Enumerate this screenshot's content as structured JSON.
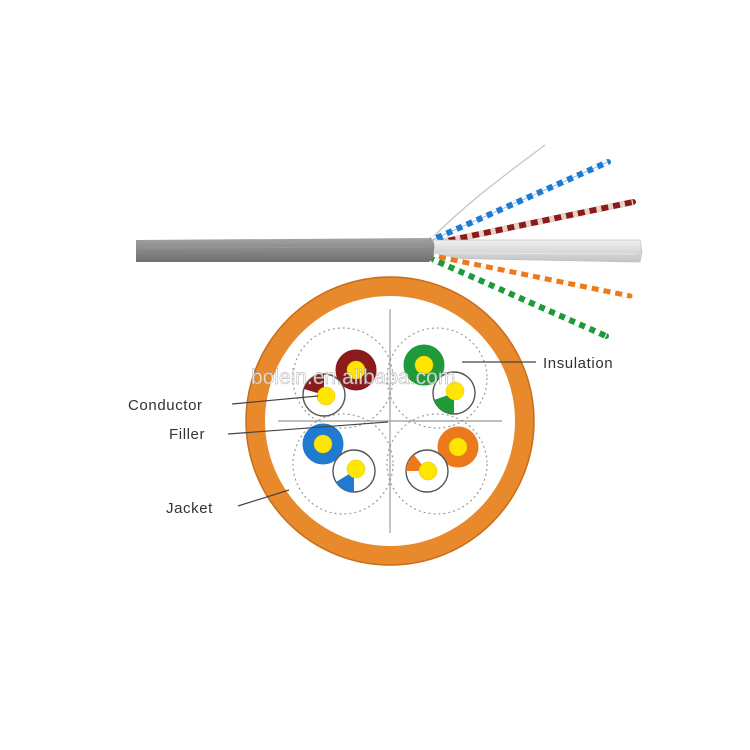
{
  "labels": {
    "insulation": "Insulation",
    "conductor": "Conductor",
    "filler": "Filler",
    "jacket": "Jacket"
  },
  "watermark": "bolein.en.alibaba.com",
  "colors": {
    "jacket_outer": "#e8892b",
    "jacket_inner_bg": "#ffffff",
    "cable_sheath": "#8a8a8a",
    "conductor": "#ffe600",
    "brown": "#8b1a1a",
    "green": "#1f9a3a",
    "blue": "#1e7bd0",
    "orange": "#ec7a1c",
    "leader_line": "#444444"
  },
  "pairs": [
    {
      "name": "brown",
      "solid": "brown"
    },
    {
      "name": "green",
      "solid": "green"
    },
    {
      "name": "blue",
      "solid": "blue"
    },
    {
      "name": "orange",
      "solid": "orange"
    }
  ]
}
